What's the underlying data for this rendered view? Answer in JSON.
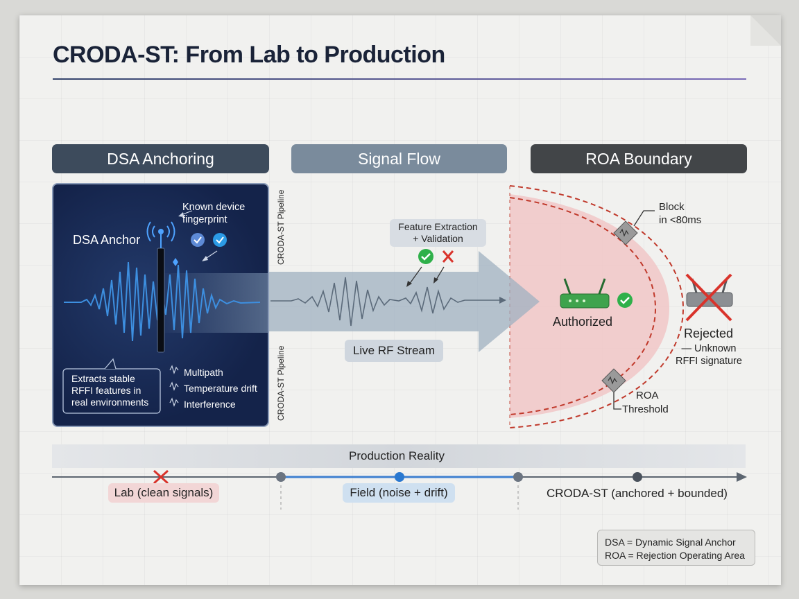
{
  "title": "CRODA-ST: From Lab to Production",
  "sections": {
    "dsa": "DSA Anchoring",
    "flow": "Signal Flow",
    "roa": "ROA Boundary"
  },
  "dsa_panel": {
    "anchor_label": "DSA Anchor",
    "known_fingerprint": [
      "Known device",
      "fingerprint"
    ],
    "extracts_note": [
      "Extracts stable",
      "RFFI features in",
      "real environments"
    ],
    "factors": [
      "Multipath",
      "Temperature drift",
      "Interference"
    ]
  },
  "flow": {
    "pipeline_label": "CRODA-ST Pipeline",
    "feature_extraction": [
      "Feature Extraction",
      "+ Validation"
    ],
    "live_stream": "Live RF Stream"
  },
  "roa": {
    "block": [
      "Block",
      "in <80ms"
    ],
    "authorized": "Authorized",
    "rejected": "Rejected",
    "rejected_reason": [
      "— Unknown",
      "RFFI signature"
    ],
    "threshold": [
      "ROA",
      "Threshold"
    ]
  },
  "timeline": {
    "band_label": "Production Reality",
    "stages": [
      "Lab (clean signals)",
      "Field (noise + drift)",
      "CRODA-ST (anchored + bounded)"
    ]
  },
  "legend": [
    "DSA = Dynamic Signal Anchor",
    "ROA = Rejection Operating Area"
  ],
  "colors": {
    "primary_navy": "#1a2338",
    "wave_blue": "#3d8fe0",
    "roa_red": "#c0392b",
    "check_green": "#2fb04a",
    "router_green": "#3fa34d"
  }
}
